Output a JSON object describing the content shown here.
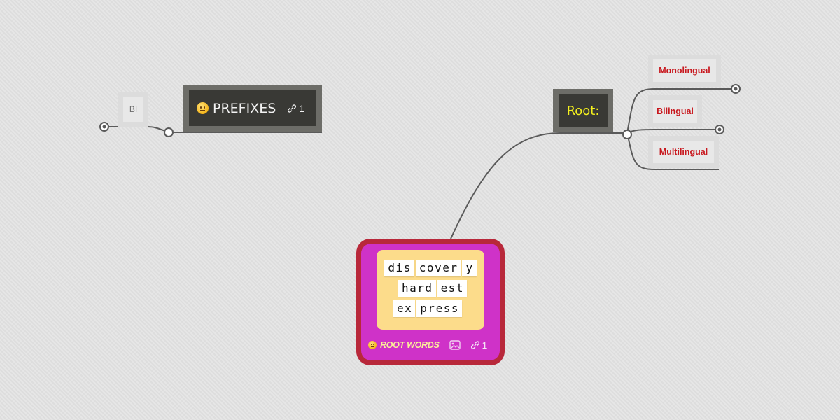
{
  "colors": {
    "background": "#e1e1e1",
    "connector": "#5a5a5a",
    "dark_node_border": "#6d6d68",
    "dark_node_fill": "#393935",
    "root_text": "#f5f11e",
    "child_text": "#c8181e",
    "central_border": "#b8283a",
    "central_fill": "#cf32c8",
    "image_panel": "#fcdc8b",
    "central_label": "#fbef9a"
  },
  "central_topic": {
    "label": "ROOT WORDS",
    "emoji": "neutral-face",
    "link_count": "1",
    "image": {
      "rows": [
        [
          "dis",
          "cover",
          "y"
        ],
        [
          "hard",
          "est"
        ],
        [
          "ex",
          "press"
        ]
      ]
    }
  },
  "left_branch": {
    "topic": {
      "label": "PREFIXES",
      "emoji": "neutral-face",
      "link_count": "1"
    },
    "child": {
      "label": "BI"
    }
  },
  "right_branch": {
    "topic": {
      "label": "Root:"
    },
    "children": [
      {
        "label": "Monolingual"
      },
      {
        "label": "Bilingual"
      },
      {
        "label": "Multilingual"
      }
    ]
  }
}
